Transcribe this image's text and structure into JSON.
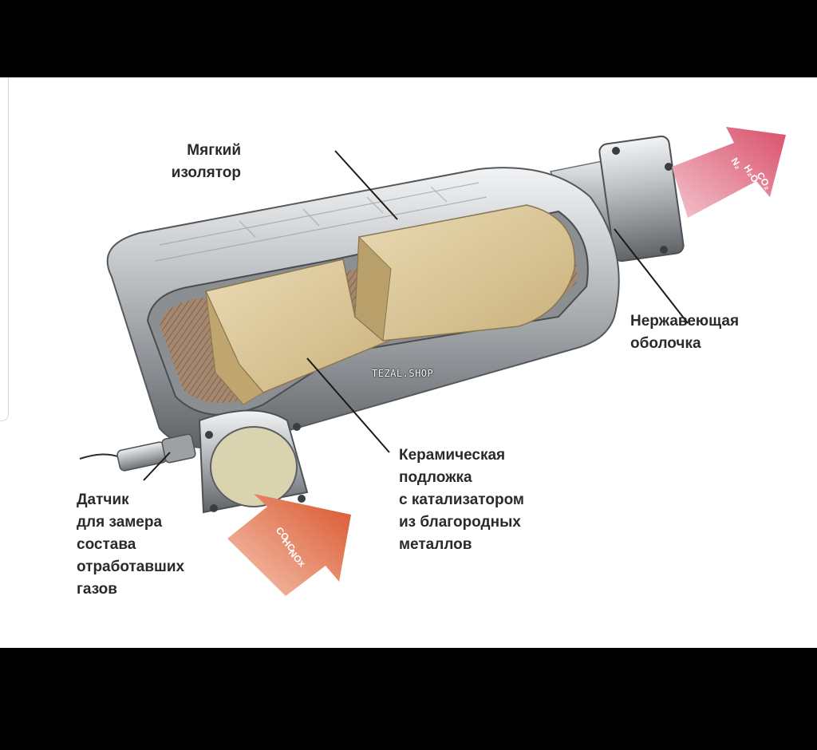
{
  "labels": {
    "soft_insulator": [
      "Мягкий",
      "изолятор"
    ],
    "steel_shell": [
      "Нержавеющая",
      "оболочка"
    ],
    "ceramic_substrate": [
      "Керамическая",
      "подложка",
      "с катализатором",
      "из благородных",
      "металлов"
    ],
    "sensor": [
      "Датчик",
      "для замера",
      "состава",
      "отработавших",
      "газов"
    ]
  },
  "inlet_gases": [
    "CO",
    "HC",
    "NOx"
  ],
  "outlet_gases": [
    "CO₂",
    "H₂O",
    "N₂"
  ],
  "watermark": "TEZAL.SHOP",
  "colors": {
    "page_bg": "#000000",
    "canvas_bg": "#ffffff",
    "label_text": "#2a2a2a",
    "shell_metal": "#b9bcbf",
    "ceramic": "#dcc89a",
    "inlet_arrow": "#d9542b",
    "outlet_arrow": "#d9506a"
  },
  "icons": [
    "catalytic-converter-illustration",
    "inlet-arrow",
    "outlet-arrow",
    "oxygen-sensor"
  ]
}
